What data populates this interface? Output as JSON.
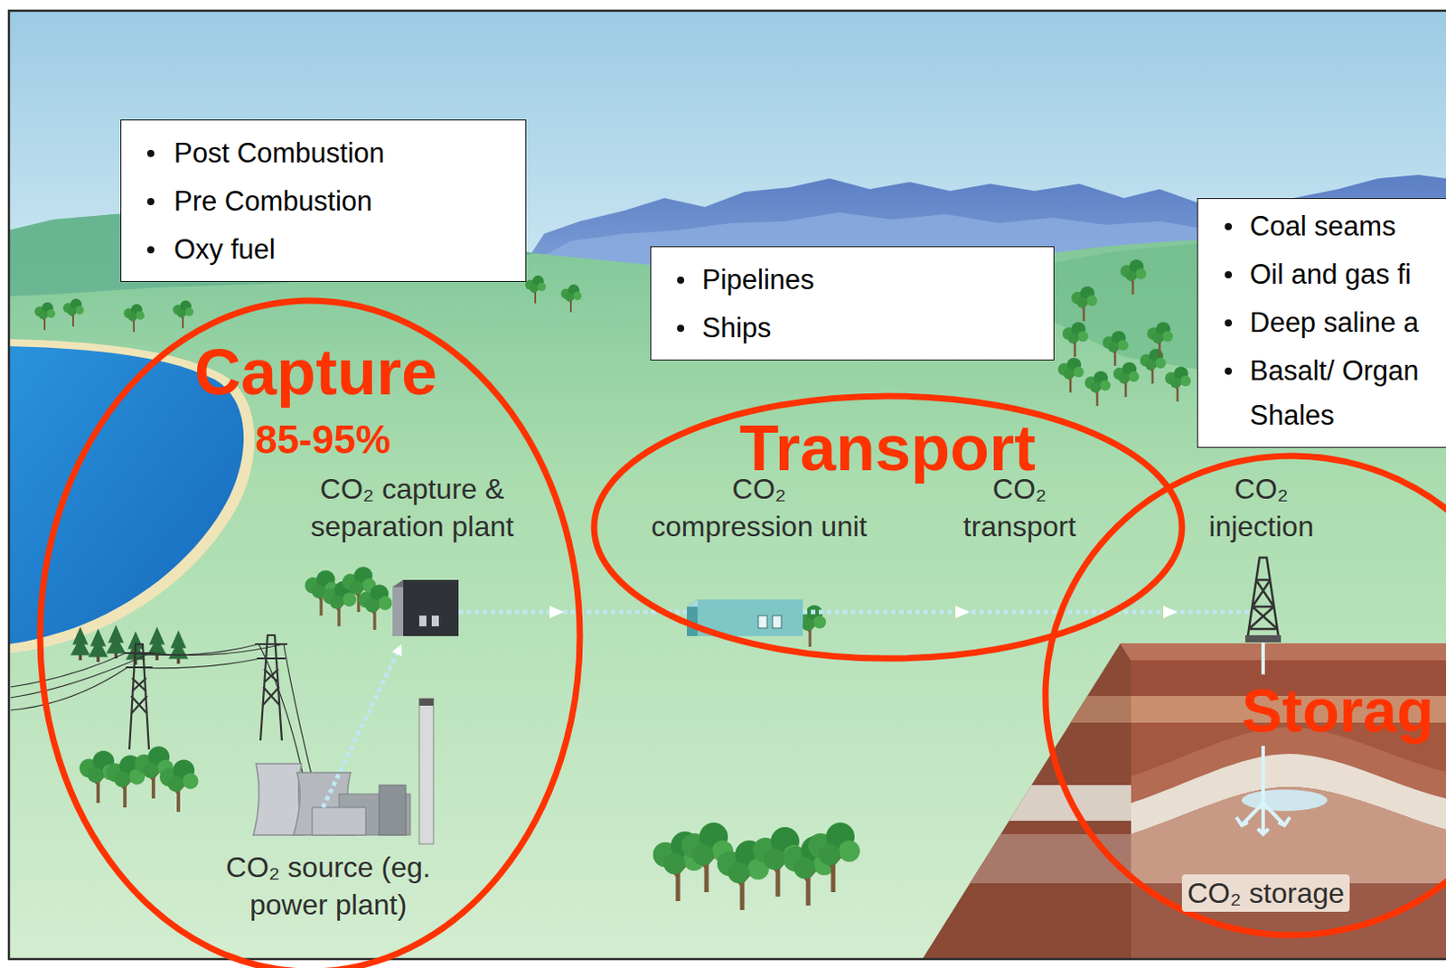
{
  "diagram": {
    "nodes": [
      {
        "text": [
          "Post Combustion",
          "Pre Combustion",
          "Oxy fuel"
        ]
      },
      {
        "text": [
          "Capture",
          "85-95%",
          "CO₂ capture & separation plant",
          "CO₂ source (eg. power plant)"
        ]
      },
      {
        "text": [
          "Pipelines",
          "Ships"
        ]
      },
      {
        "text": [
          "Transport",
          "CO₂ compression unit",
          "CO₂ transport"
        ]
      },
      {
        "text": [
          "Coal seams",
          "Oil and gas fi",
          "Deep saline a",
          "Basalt/ Organ Shales"
        ]
      },
      {
        "text": [
          "Storag",
          "CO₂ injection",
          "CO₂ storage"
        ]
      }
    ]
  }
}
